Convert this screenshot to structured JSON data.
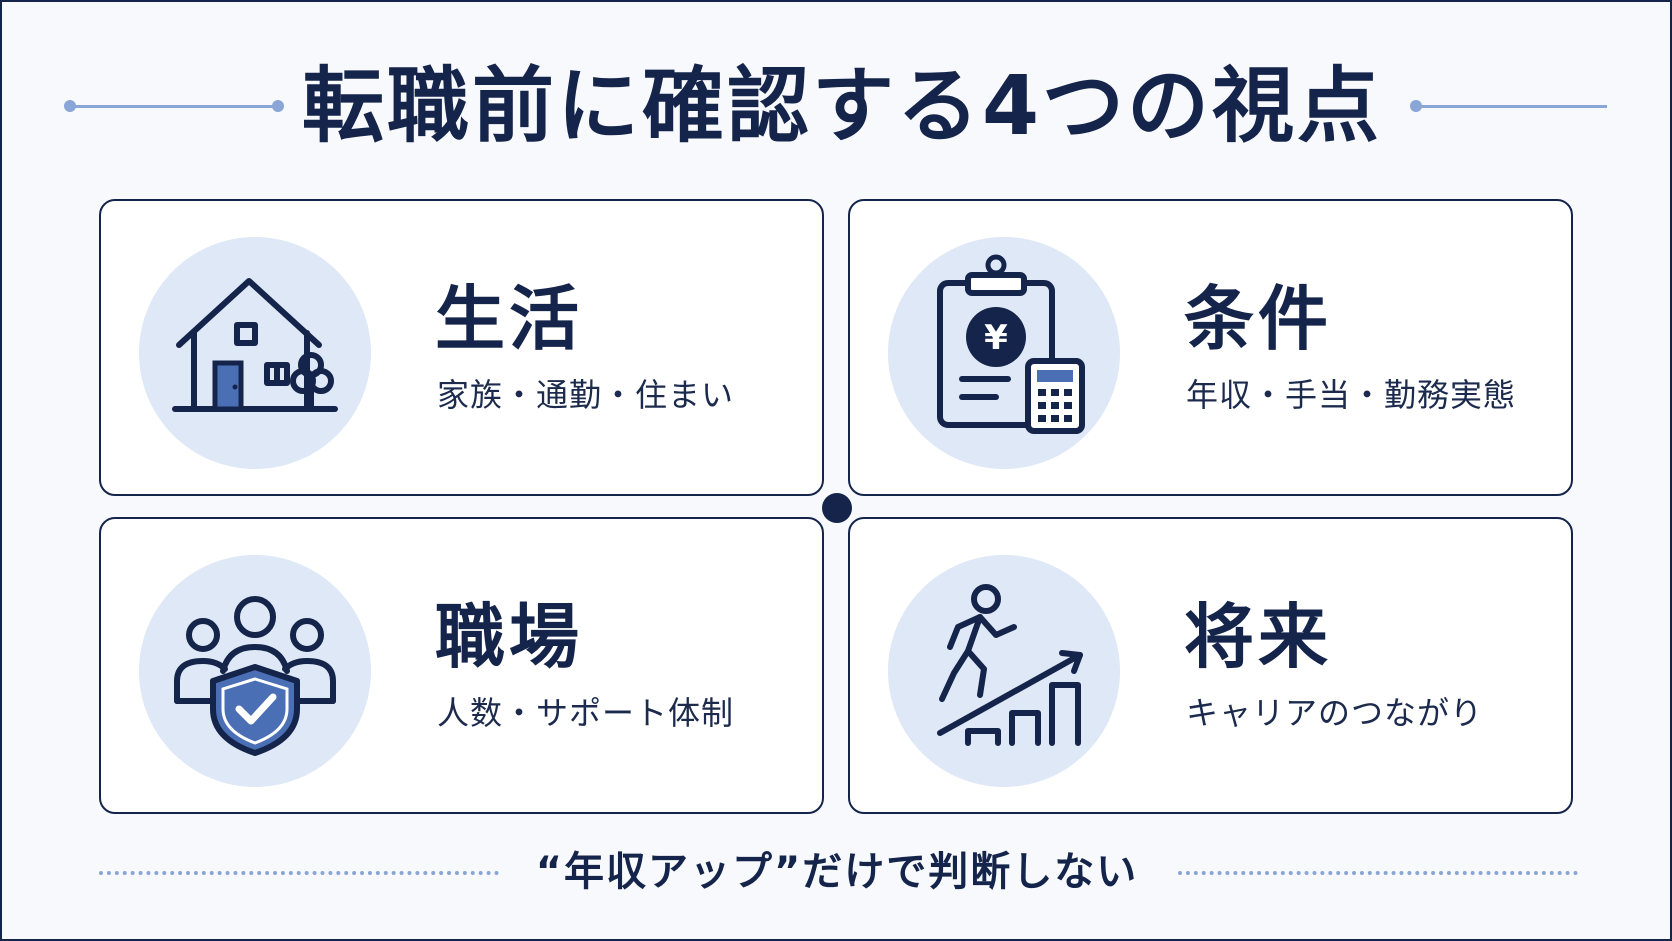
{
  "title": "転職前に確認する4つの視点",
  "cards": [
    {
      "title": "生活",
      "subtitle": "家族・通勤・住まい",
      "icon": "house-icon"
    },
    {
      "title": "条件",
      "subtitle": "年収・手当・勤務実態",
      "icon": "clipboard-yen-calculator-icon"
    },
    {
      "title": "職場",
      "subtitle": "人数・サポート体制",
      "icon": "team-shield-icon"
    },
    {
      "title": "将来",
      "subtitle": "キャリアのつながり",
      "icon": "person-climbing-growth-icon"
    }
  ],
  "footer": "“年収アップ”だけで判断しない",
  "colors": {
    "navy": "#14244a",
    "icon_bg": "#dfe8f6",
    "accent_blue": "#8aa6d6",
    "icon_accent": "#4a6fb5"
  }
}
